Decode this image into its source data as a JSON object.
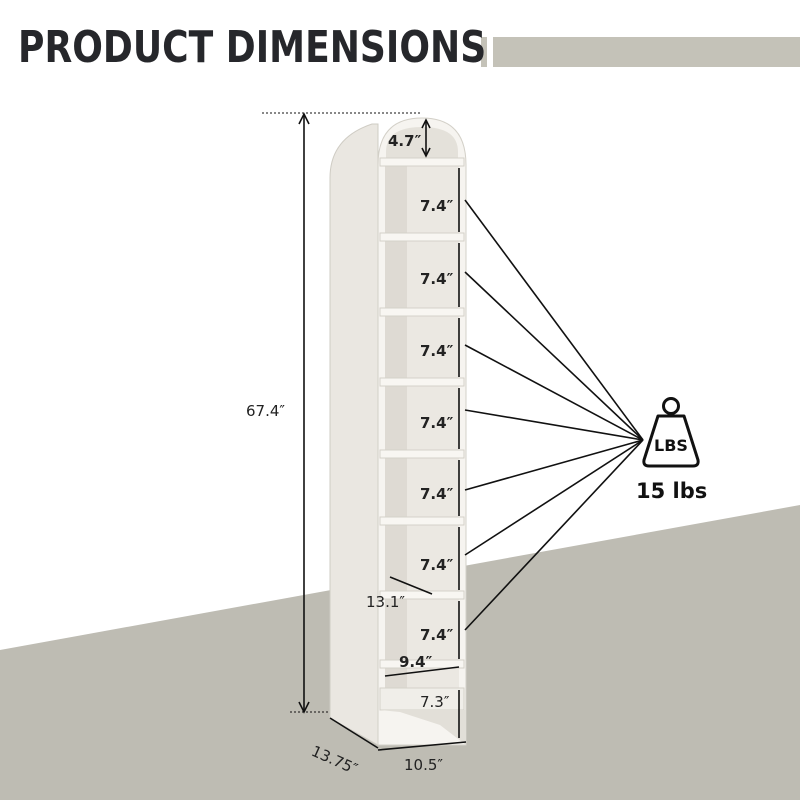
{
  "header": {
    "title": "PRODUCT DIMENSIONS"
  },
  "dimensions": {
    "top_arch_height": "4.7″",
    "overall_height": "67.4″",
    "shelf_gap_1": "7.4″",
    "shelf_gap_2": "7.4″",
    "shelf_gap_3": "7.4″",
    "shelf_gap_4": "7.4″",
    "shelf_gap_5": "7.4″",
    "shelf_gap_6": "7.4″",
    "shelf_gap_7": "7.4″",
    "shelf_depth": "13.1″",
    "inner_width": "9.4″",
    "base_height": "7.3″",
    "overall_depth": "13.75″",
    "overall_width": "10.5″"
  },
  "weight": {
    "icon_label": "LBS",
    "value": "15 lbs"
  },
  "colors": {
    "title_text": "#26272b",
    "accent_bar": "#c4c2b8",
    "floor": "#bebcb3",
    "cabinet": "#f4f2ee",
    "cabinet_shadow": "#d9d6cf",
    "lines": "#111111"
  }
}
